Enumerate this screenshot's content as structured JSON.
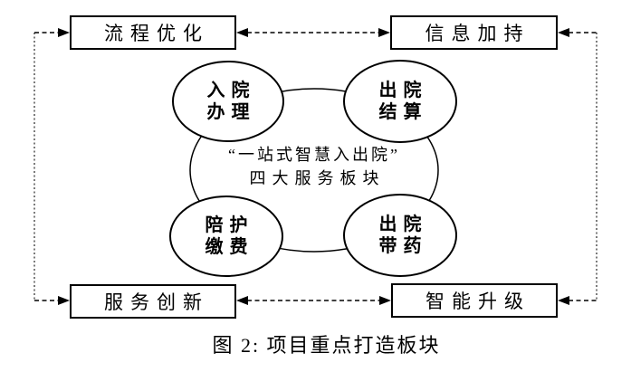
{
  "figure": {
    "boxes": [
      {
        "position": "top-left",
        "label": "流程优化"
      },
      {
        "position": "top-right",
        "label": "信息加持"
      },
      {
        "position": "bottom-left",
        "label": "服务创新"
      },
      {
        "position": "bottom-right",
        "label": "智能升级"
      }
    ],
    "circles": [
      {
        "position": "top-left",
        "line1": "入院",
        "line2": "办理"
      },
      {
        "position": "top-right",
        "line1": "出院",
        "line2": "结算"
      },
      {
        "position": "bottom-left",
        "line1": "陪护",
        "line2": "缴费"
      },
      {
        "position": "bottom-right",
        "line1": "出院",
        "line2": "带药"
      }
    ],
    "center_label": {
      "line1": "“一站式智慧入出院”",
      "line2": "四大服务板块"
    },
    "caption": "图 2: 项目重点打造板块",
    "colors": {
      "stroke": "#000000",
      "background": "#ffffff",
      "dotted_line": "#444444"
    }
  }
}
